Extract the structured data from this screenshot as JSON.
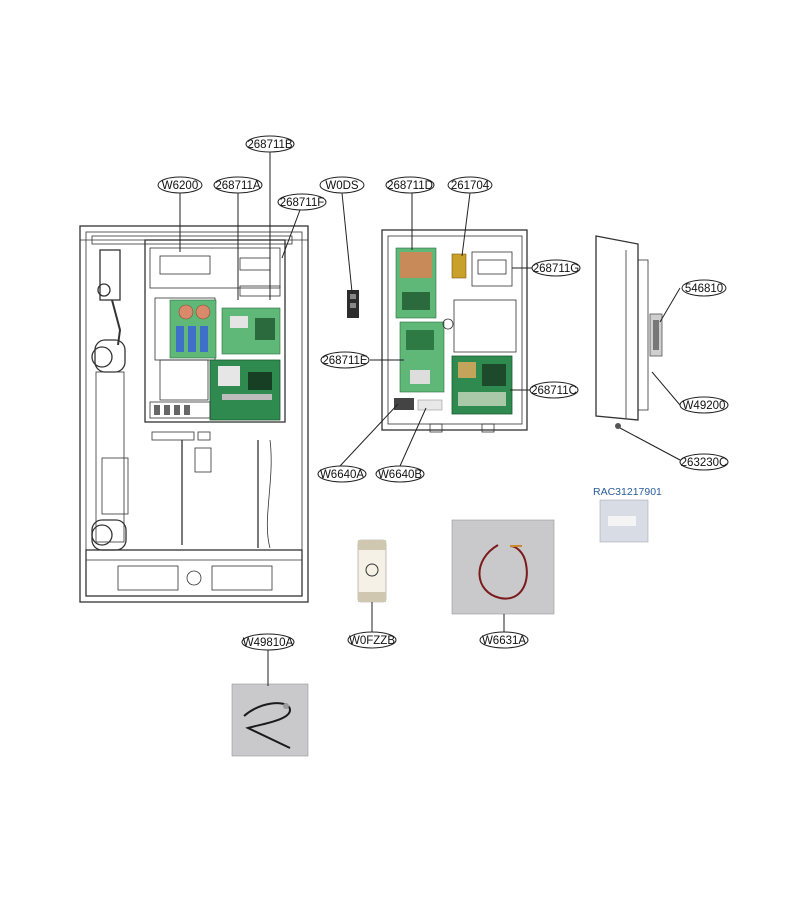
{
  "callouts": {
    "c268711B": "268711B",
    "cW6200": "W6200",
    "c268711A": "268711A",
    "c268711F": "268711F",
    "cW0DS": "W0DS",
    "c268711D": "268711D",
    "c261704": "261704",
    "c268711G": "268711G",
    "c546810": "546810",
    "c268711E": "268711E",
    "c268711C": "268711C",
    "cW49200": "W49200",
    "cW6640A": "W6640A",
    "cW6640B": "W6640B",
    "c263230C": "263230C",
    "cRAC31217901": "RAC31217901",
    "cW0FZZB": "W0FZZB",
    "cW6631A": "W6631A",
    "cW49810A": "W49810A"
  }
}
